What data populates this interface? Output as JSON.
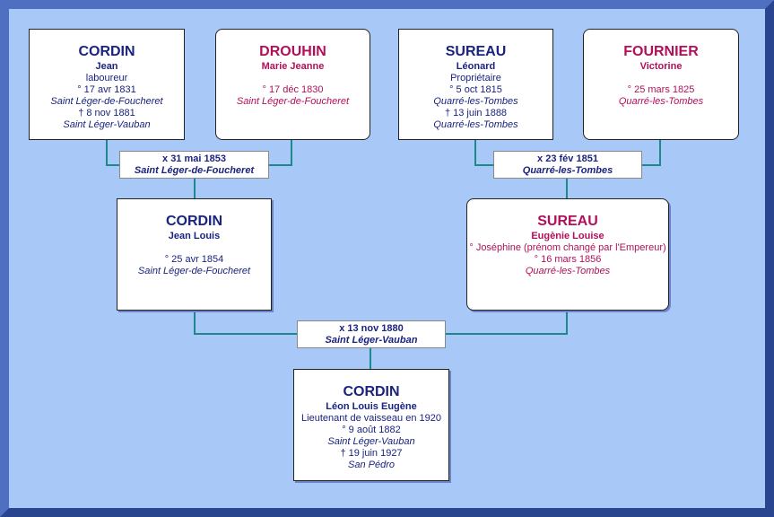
{
  "people": {
    "jean_cordin": {
      "surname": "CORDIN",
      "given": "Jean",
      "lines": [
        "laboureur",
        "° 17 avr 1831",
        "Saint Léger-de-Foucheret",
        "† 8 nov 1881",
        "Saint Léger-Vauban"
      ]
    },
    "marie_drouhin": {
      "surname": "DROUHIN",
      "given": "Marie Jeanne",
      "lines": [
        "° 17 déc 1830",
        "Saint Léger-de-Foucheret"
      ]
    },
    "leonard_sureau": {
      "surname": "SUREAU",
      "given": "Léonard",
      "lines": [
        "Propriétaire",
        "° 5 oct 1815",
        "Quarré-les-Tombes",
        "† 13 juin 1888",
        "Quarré-les-Tombes"
      ]
    },
    "victorine_fournier": {
      "surname": "FOURNIER",
      "given": "Victorine",
      "lines": [
        "° 25 mars 1825",
        "Quarré-les-Tombes"
      ]
    },
    "jean_louis_cordin": {
      "surname": "CORDIN",
      "given": "Jean Louis",
      "lines": [
        "° 25 avr 1854",
        "Saint Léger-de-Foucheret"
      ]
    },
    "eugenie_sureau": {
      "surname": "SUREAU",
      "given": "Eugènie Louise",
      "lines": [
        "° Joséphine (prénom changé par l'Empereur)",
        "° 16 mars 1856",
        "Quarré-les-Tombes"
      ]
    },
    "leon_cordin": {
      "surname": "CORDIN",
      "given": "Léon Louis Eugène",
      "lines": [
        "Lieutenant de vaisseau en 1920",
        "° 9 août 1882",
        "Saint Léger-Vauban",
        "† 19 juin 1927",
        "San Pédro"
      ]
    }
  },
  "marriages": {
    "m1": {
      "date": "x 31 mai 1853",
      "place": "Saint Léger-de-Foucheret"
    },
    "m2": {
      "date": "x 23 fév 1851",
      "place": "Quarré-les-Tombes"
    },
    "m3": {
      "date": "x 13 nov 1880",
      "place": "Saint Léger-Vauban"
    }
  }
}
